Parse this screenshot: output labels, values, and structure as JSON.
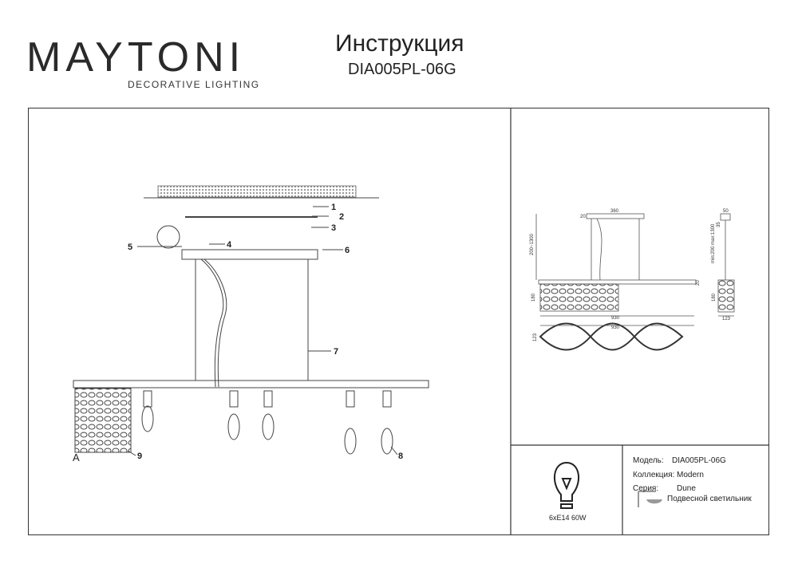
{
  "brand": {
    "name": "MAYTONI",
    "tagline": "DECORATIVE LIGHTING"
  },
  "header": {
    "title": "Инструкция",
    "model": "DIA005PL-06G"
  },
  "assembly": {
    "callouts": [
      "1",
      "2",
      "3",
      "4",
      "5",
      "6",
      "7",
      "8",
      "9",
      "A"
    ]
  },
  "dimensions": {
    "canopy_width": "360",
    "canopy_height": "20",
    "suspension": "200~1300",
    "body_height": "180",
    "length": "930",
    "bar_height": "20",
    "depth": "123",
    "side_canopy": "50",
    "side_canopy_h": "35",
    "side_suspension": "min:200 max:1300",
    "side_height": "180",
    "side_depth": "123"
  },
  "lamp": {
    "spec": "6xE14 60W"
  },
  "info": {
    "model_label": "Модель:",
    "model_value": "DIA005PL-06G",
    "collection_label": "Коллекция:",
    "collection_value": "Modern",
    "series_label": "Серия:",
    "series_value": "Dune",
    "type_value": "Подвесной светильник"
  }
}
